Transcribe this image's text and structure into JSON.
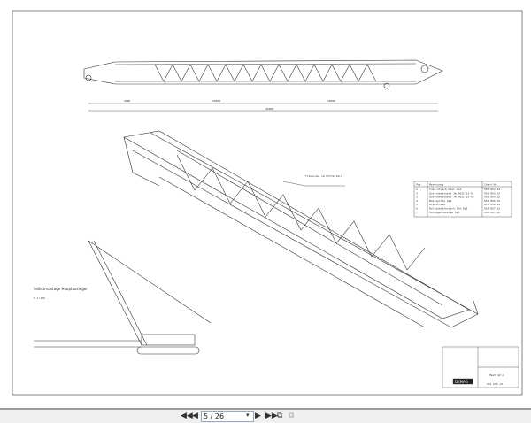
{
  "viewer": {
    "page_indicator": "5 / 26",
    "icons": [
      "first-page-icon",
      "prev-page-icon",
      "next-page-icon",
      "last-page-icon",
      "single-page-icon",
      "two-page-icon"
    ]
  },
  "drawing": {
    "side_view_label": "Selbstmontage Hauptausleger",
    "scale": "M 1:100",
    "callout": "Traversen im Mittelteil",
    "parts_table": {
      "headers": [
        "Pos.",
        "Benennung",
        "Ident-Nr."
      ],
      "rows": [
        [
          "1",
          "Fuss-Stueck Mast 1G2",
          "953 852 12"
        ],
        [
          "2",
          "Zwischenstueck 3m 9621-53-61",
          "953 853 12"
        ],
        [
          "3",
          "Zwischenstueck 7m 9621-53-62",
          "953 854 12"
        ],
        [
          "4",
          "Mastspitze 6p1",
          "953 855 12"
        ],
        [
          "5",
          "Kippstrebe",
          "953 856 12"
        ],
        [
          "6",
          "Rollenkopfstueck 3SA 6p1",
          "953 857 12"
        ],
        [
          "7",
          "Montagetraverse 6p1",
          "953 847 12"
        ]
      ]
    },
    "title_block": {
      "title": "Mast 42 m",
      "drawing_number": "951 635 12",
      "brand": "DEMAG"
    }
  }
}
